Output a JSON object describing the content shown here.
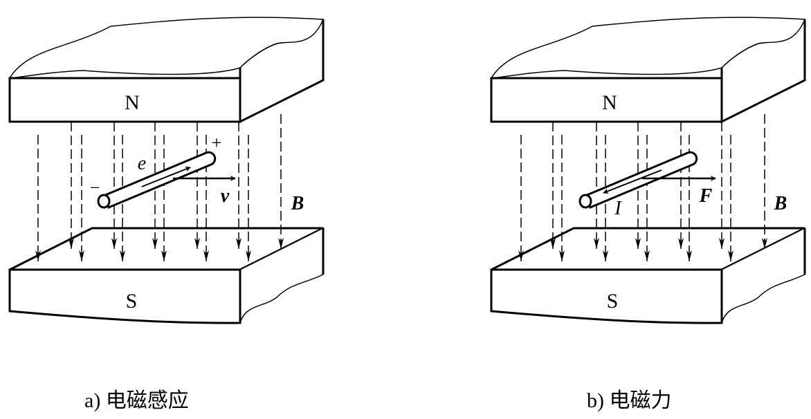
{
  "panels": [
    {
      "id": "a",
      "caption": "a) 电磁感应",
      "top_pole": "N",
      "bottom_pole": "S",
      "conductor_label": "e",
      "arrow_label": "v",
      "field_label": "B",
      "minus_sign": "−",
      "plus_sign": "+",
      "conductor_arrow_direction": "toward-plus-end"
    },
    {
      "id": "b",
      "caption": "b) 电磁力",
      "top_pole": "N",
      "bottom_pole": "S",
      "conductor_label": "I",
      "arrow_label": "F",
      "field_label": "B",
      "conductor_arrow_direction": "toward-near-end"
    }
  ]
}
